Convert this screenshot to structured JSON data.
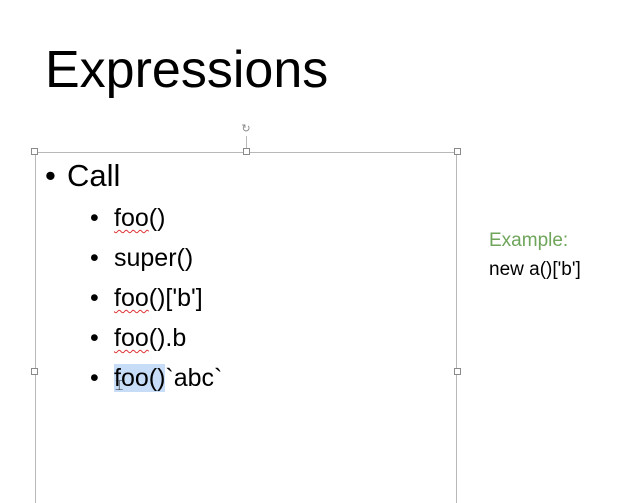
{
  "slide": {
    "title": "Expressions",
    "list": {
      "heading": "Call",
      "items": [
        {
          "prefix": "",
          "spell": "foo",
          "rest": "()"
        },
        {
          "prefix": "super()",
          "spell": "",
          "rest": ""
        },
        {
          "prefix": "",
          "spell": "foo",
          "rest": "()['b']"
        },
        {
          "prefix": "",
          "spell": "foo",
          "rest": "().b"
        },
        {
          "prefix": "",
          "selected": "foo()",
          "rest": "`abc`"
        }
      ]
    },
    "example": {
      "label": "Example:",
      "code": "new a()['b']"
    },
    "colors": {
      "example_label": "#6ea55a",
      "selection": "#c6dcf7",
      "spellcheck": "#dd3333"
    },
    "icons": {
      "rotate_handle": "rotate-handle-icon",
      "text_cursor": "i-beam-cursor-icon"
    }
  }
}
